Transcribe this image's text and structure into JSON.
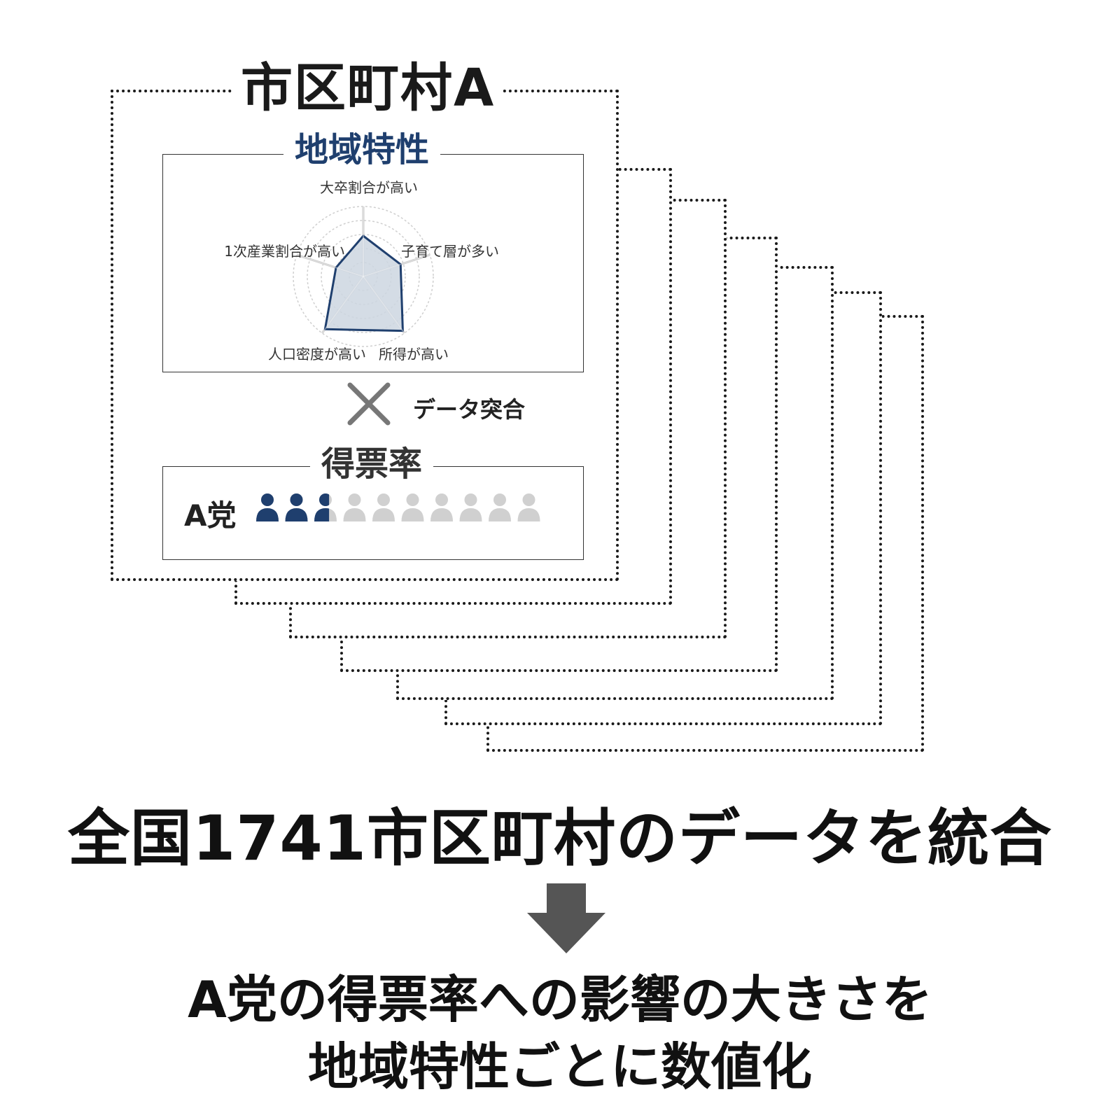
{
  "municipality": {
    "title": "市区町村A"
  },
  "regional_characteristics": {
    "title": "地域特性",
    "axes": [
      "大卒割合が高い",
      "子育て層が多い",
      "所得が高い",
      "人口密度が高い",
      "1次産業割合が高い"
    ],
    "values": [
      0.58,
      0.56,
      0.96,
      0.93,
      0.41
    ],
    "rings": 5,
    "colors": {
      "line": "#1f3f6e",
      "fill": "#cdd6e1",
      "grid": "#cfcfcf"
    }
  },
  "merge": {
    "label": "データ突合"
  },
  "vote_share": {
    "title": "得票率",
    "party": "A党",
    "icon_total": 10,
    "icon_filled": 2.65,
    "colors": {
      "filled": "#1f3f6e",
      "empty": "#d0d0d0"
    }
  },
  "summary": {
    "text": "全国1741市区町村のデータを統合"
  },
  "conclusion": {
    "line1": "A党の得票率への影響の大きさを",
    "line2": "地域特性ごとに数値化"
  }
}
